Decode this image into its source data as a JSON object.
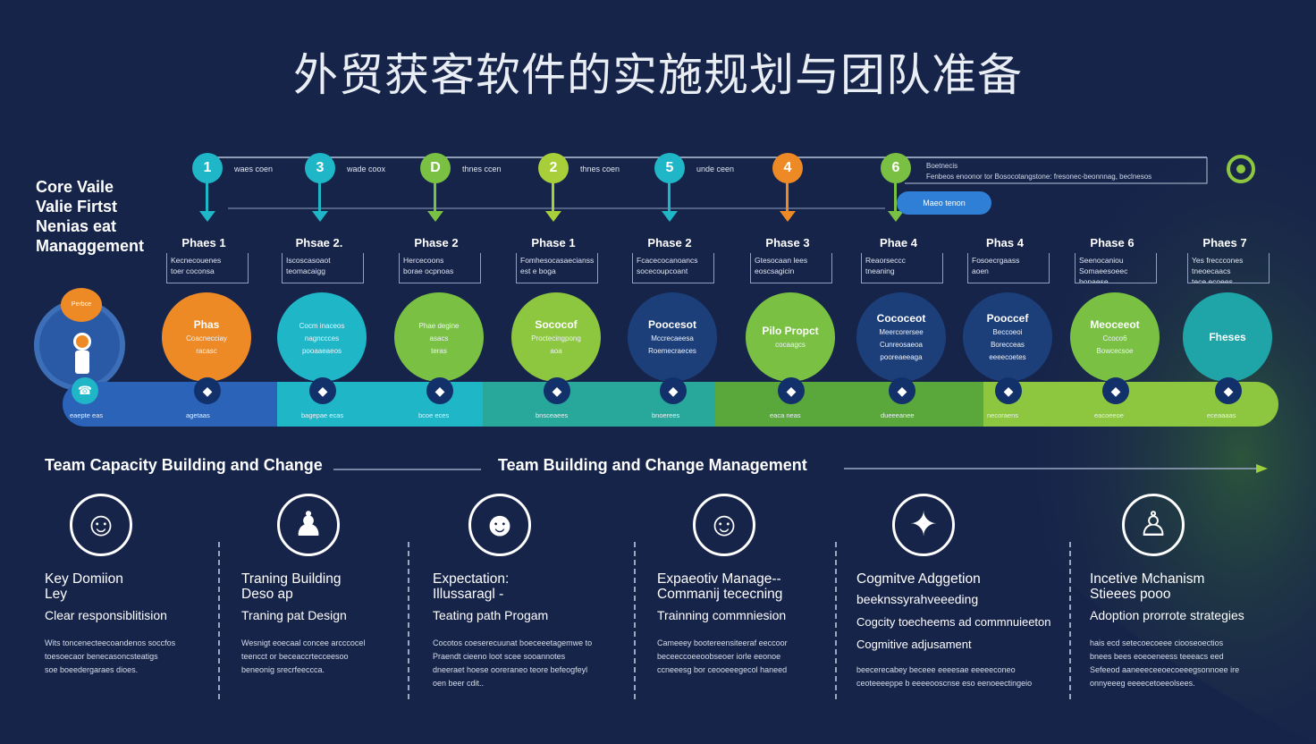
{
  "page": {
    "title": "外贸获客软件的实施规划与团队准备",
    "core_value": [
      "Core Vaile",
      "Valie Firtst",
      "Nenias eat",
      "Managgement"
    ]
  },
  "colors": {
    "background": "#17244a",
    "teal": "#1fb6c8",
    "green": "#7ac143",
    "orange": "#ee8a25",
    "navy": "#1c3f7a",
    "blue": "#2f7fd6"
  },
  "top_track": {
    "pins": [
      {
        "num": "1",
        "label": "waes coen",
        "color": "#1fb6c8"
      },
      {
        "num": "3",
        "label": "wade coox",
        "color": "#1fb6c8"
      },
      {
        "num": "D",
        "label": "thnes ccen",
        "color": "#7ac143"
      },
      {
        "num": "2",
        "label": "thnes coen",
        "color": "#a8cf3a"
      },
      {
        "num": "5",
        "label": "unde ceen",
        "color": "#1fb6c8"
      },
      {
        "num": "4",
        "label": "",
        "color": "#ee8a25"
      },
      {
        "num": "6",
        "label": "",
        "color": "#7ac143"
      }
    ],
    "note_title": "Boetnecis",
    "note_line": "Fenbeos enoonor tor Bosocotangstone: fresonec-beonnnag, beclnesos",
    "tag_button": "Maeo tenon"
  },
  "phases": [
    {
      "head": "Phaes 1",
      "box": [
        "Kecnecouenes",
        "toer coconsa"
      ],
      "circle_title": "Phas",
      "circle_sub": [
        "Coacnecciay",
        "racasc"
      ],
      "circle_color": "#ee8a25",
      "band_label": "agetaas"
    },
    {
      "head": "Phsae 2.",
      "box": [
        "Iscoscasoaot",
        "teomacaigg"
      ],
      "circle_title": "",
      "circle_sub": [
        "Cocm inaceos",
        "nagnccces",
        "pooaaeaeos"
      ],
      "circle_color": "#1fb6c8",
      "band_label": "bagepae ecas"
    },
    {
      "head": "Phase 2",
      "box": [
        "Hercecoons",
        "borae ocpnoas"
      ],
      "circle_title": "",
      "circle_sub": [
        "Phae degine",
        "asacs",
        "teras"
      ],
      "circle_color": "#7ac143",
      "band_label": "bcoe eces"
    },
    {
      "head": "Phase 1",
      "box": [
        "Fomhesocasaecianss",
        "est e boga"
      ],
      "circle_title": "Sococof",
      "circle_sub": [
        "Proctecingpong",
        "aoa"
      ],
      "circle_color": "#8dc63f",
      "band_label": "bnsceaees"
    },
    {
      "head": "Phase 2",
      "box": [
        "Fcacecocanoancs",
        "socecoupcoant"
      ],
      "circle_title": "Poocesot",
      "circle_sub": [
        "Mccrecaeesa",
        "Roemecraeces"
      ],
      "circle_color": "#1c3f7a",
      "band_label": "bnoerees"
    },
    {
      "head": "Phase 3",
      "box": [
        "Gtesocaan lees",
        "eoscsagicin"
      ],
      "circle_title": "Pilo Propct",
      "circle_sub": [
        "cocaagcs"
      ],
      "circle_color": "#7ac143",
      "band_label": "eaca neas"
    },
    {
      "head": "Phae 4",
      "box": [
        "Reaorseccc",
        "tneaning"
      ],
      "circle_title": "Cococeot",
      "circle_sub": [
        "Meercorersee",
        "Cunreosaeoa",
        "pooreaeeaga"
      ],
      "circle_color": "#1c3f7a",
      "band_label": "dueeeanee"
    },
    {
      "head": "Phas 4",
      "box": [
        "Fosoecrgaass",
        "aoen"
      ],
      "circle_title": "Pooccef",
      "circle_sub": [
        "Beccoeoi",
        "Borecceas",
        "eeeecoetes"
      ],
      "circle_color": "#1c3f7a",
      "band_label": "necoraens"
    },
    {
      "head": "Phase 6",
      "box": [
        "Seenocaniou",
        "Somaeesoeec",
        "bonaese"
      ],
      "circle_title": "Meoceeot",
      "circle_sub": [
        "Ccoco6",
        "Bowcecsoe"
      ],
      "circle_color": "#7ac143",
      "band_label": "eacoeeoe"
    },
    {
      "head": "Phaes 7",
      "box": [
        "Yes frecccones",
        "tneoecaacs",
        "tece ecoees"
      ],
      "circle_title": "Fheses",
      "circle_sub": [],
      "circle_color": "#1fa5a8",
      "band_label": "eceaaaas"
    }
  ],
  "band_left_label": "eaepte eas",
  "left_badge_label": "Perbce",
  "section": {
    "left_title": "Team Capacity Building and Chanɡe",
    "center_title": "Team Building and Change Management"
  },
  "columns": [
    {
      "h1a": "Key Domiion",
      "h1b": "Ley",
      "h2": "Clear responsiblitision",
      "h3": "",
      "body": [
        "Wits toncenecteecoandenos soccfos",
        "toesoecaor benecasoncsteatigs",
        "soe boeedergaraes dioes."
      ],
      "icon": "worker-icon"
    },
    {
      "h1a": "Traning Building",
      "h1b": "Deso ap",
      "h2": "Traning pat Design",
      "h3": "",
      "body": [
        "Wesnigt eoecaal concee arcccocel",
        "teencct or beceaccrtecceesoo",
        "beneonig srecrfeeccca."
      ],
      "icon": "podium-icon"
    },
    {
      "h1a": "Expectation:",
      "h1b": "Illussaragl  -",
      "h2": "Teating path Progam",
      "h3": "",
      "body": [
        "Cocotos coeserecuunat boeceeetagemwe to",
        "Praendt cieeno loot scee sooannotes",
        "dneeraet hoese ooreraneo teore befeogfeyl",
        "oen beer cdit.."
      ],
      "icon": "team-icon"
    },
    {
      "h1a": "Expaeotiv Manage--",
      "h1b": "Commanij tececning",
      "h2": "Trainning commniesion",
      "h3": "",
      "body": [
        "Cameeey bootereensiteeraf eeccoor",
        "beceeccoeeoobseoer iorle eeonoe",
        "ccneeesg  bor ceooeeegecol haneed"
      ],
      "icon": "group-icon"
    },
    {
      "h1a": "Cogmitve Adggetion",
      "h1b": "",
      "h2": "beeknssyrahveeeding",
      "h3": "Cogcity toecheems ad commnuieeton",
      "h4": "Cogmitive adjusament",
      "body": [
        "beecerecabey beceee eeeesae eeeeeconeo",
        "ceoteeeeppe b eeeeooscnse eso eenoeectingeio"
      ],
      "icon": "network-icon"
    },
    {
      "h1a": "Incetive Mchanism",
      "h1b": "Stieees pooo",
      "h2": "Adoption prorrote strategies",
      "h3": "",
      "body": [
        "hais ecd setecoecoeee ciooseoectios",
        "bnees bees eoeoeneess teeeacs eed",
        "Sefeeod aaneeeceeoecoeeegsonnoee ire",
        "onnyeeeg eeeecetoeeolsees."
      ],
      "icon": "person-icon"
    }
  ]
}
